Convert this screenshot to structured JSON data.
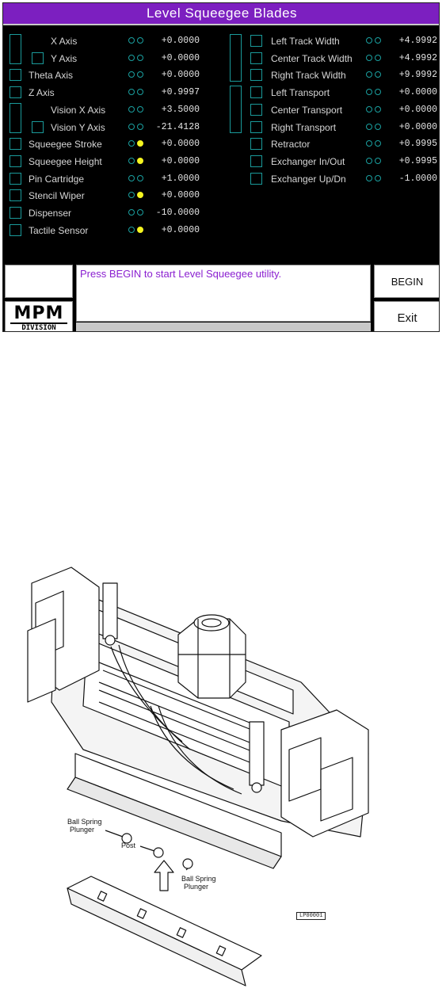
{
  "screen": {
    "title": "Level Squeegee Blades",
    "left_signals": [
      {
        "label": "X Axis",
        "value": "+0.0000",
        "led1": false,
        "led2": false
      },
      {
        "label": "Y Axis",
        "value": "+0.0000",
        "led1": false,
        "led2": false
      },
      {
        "label": "Theta Axis",
        "value": "+0.0000",
        "led1": false,
        "led2": false
      },
      {
        "label": "Z Axis",
        "value": "+0.9997",
        "led1": false,
        "led2": false
      },
      {
        "label": "Vision X Axis",
        "value": "+3.5000",
        "led1": false,
        "led2": false
      },
      {
        "label": "Vision Y Axis",
        "value": "-21.4128",
        "led1": false,
        "led2": false
      },
      {
        "label": "Squeegee Stroke",
        "value": "+0.0000",
        "led1": false,
        "led2": true
      },
      {
        "label": "Squeegee Height",
        "value": "+0.0000",
        "led1": false,
        "led2": true
      },
      {
        "label": "Pin Cartridge",
        "value": "+1.0000",
        "led1": false,
        "led2": false
      },
      {
        "label": "Stencil Wiper",
        "value": "+0.0000",
        "led1": false,
        "led2": true
      },
      {
        "label": "Dispenser",
        "value": "-10.0000",
        "led1": false,
        "led2": false
      },
      {
        "label": "Tactile Sensor",
        "value": "+0.0000",
        "led1": false,
        "led2": true
      }
    ],
    "right_signals": [
      {
        "label": "Left Track Width",
        "value": "+4.9992",
        "led1": false,
        "led2": false
      },
      {
        "label": "Center Track Width",
        "value": "+4.9992",
        "led1": false,
        "led2": false
      },
      {
        "label": "Right Track Width",
        "value": "+9.9992",
        "led1": false,
        "led2": false
      },
      {
        "label": "Left Transport",
        "value": "+0.0000",
        "led1": false,
        "led2": false
      },
      {
        "label": "Center Transport",
        "value": "+0.0000",
        "led1": false,
        "led2": false
      },
      {
        "label": "Right Transport",
        "value": "+0.0000",
        "led1": false,
        "led2": false
      },
      {
        "label": "Retractor",
        "value": "+0.9995",
        "led1": false,
        "led2": false
      },
      {
        "label": "Exchanger In/Out",
        "value": "+0.9995",
        "led1": false,
        "led2": false
      },
      {
        "label": "Exchanger Up/Dn",
        "value": "-1.0000",
        "led1": false,
        "led2": false
      }
    ],
    "message": "Press BEGIN to start Level Squeegee utility.",
    "begin_label": "BEGIN",
    "exit_label": "Exit",
    "logo": {
      "main": "MPM",
      "sub": "DIVISION"
    }
  },
  "illustration": {
    "callouts": {
      "ball_spring_plunger_left": [
        "Ball Spring",
        "Plunger"
      ],
      "post": "Post",
      "ball_spring_plunger_right": [
        "Ball Spring",
        "Plunger"
      ]
    },
    "ref_tag": "LP00001"
  },
  "colors": {
    "title_bar": "#7c1fc0",
    "led_on": "#f5f520",
    "led_off_outline": "#1aa0a0",
    "message_text": "#8a1fd0"
  }
}
